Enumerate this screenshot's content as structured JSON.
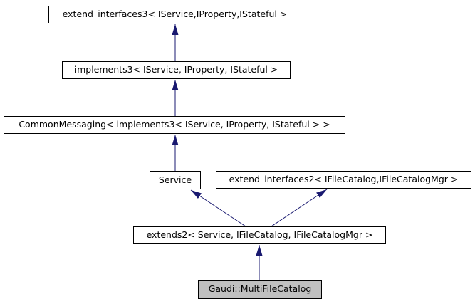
{
  "diagram": {
    "type": "class-inheritance-graph",
    "colors": {
      "arrow": "#191970",
      "node_border": "#000000",
      "node_fill": "#ffffff",
      "node_text": "#000000",
      "highlight_fill": "#c0c0c0",
      "background": "#ffffff"
    },
    "nodes": [
      {
        "id": "extend_interfaces3",
        "label": "extend_interfaces3< IService,IProperty,IStateful >",
        "highlighted": false
      },
      {
        "id": "implements3",
        "label": "implements3< IService, IProperty, IStateful >",
        "highlighted": false
      },
      {
        "id": "common_messaging",
        "label": "CommonMessaging< implements3< IService, IProperty, IStateful > >",
        "highlighted": false
      },
      {
        "id": "service",
        "label": "Service",
        "highlighted": false
      },
      {
        "id": "extend_interfaces2",
        "label": "extend_interfaces2< IFileCatalog,IFileCatalogMgr >",
        "highlighted": false
      },
      {
        "id": "extends2",
        "label": "extends2< Service, IFileCatalog, IFileCatalogMgr >",
        "highlighted": false
      },
      {
        "id": "gaudi_multifilecatalog",
        "label": "Gaudi::MultiFileCatalog",
        "highlighted": true
      }
    ],
    "edges": [
      {
        "from": "implements3",
        "to": "extend_interfaces3",
        "style": "public-inheritance"
      },
      {
        "from": "common_messaging",
        "to": "implements3",
        "style": "public-inheritance"
      },
      {
        "from": "service",
        "to": "common_messaging",
        "style": "public-inheritance"
      },
      {
        "from": "extends2",
        "to": "service",
        "style": "public-inheritance"
      },
      {
        "from": "extends2",
        "to": "extend_interfaces2",
        "style": "public-inheritance"
      },
      {
        "from": "gaudi_multifilecatalog",
        "to": "extends2",
        "style": "public-inheritance"
      }
    ]
  }
}
